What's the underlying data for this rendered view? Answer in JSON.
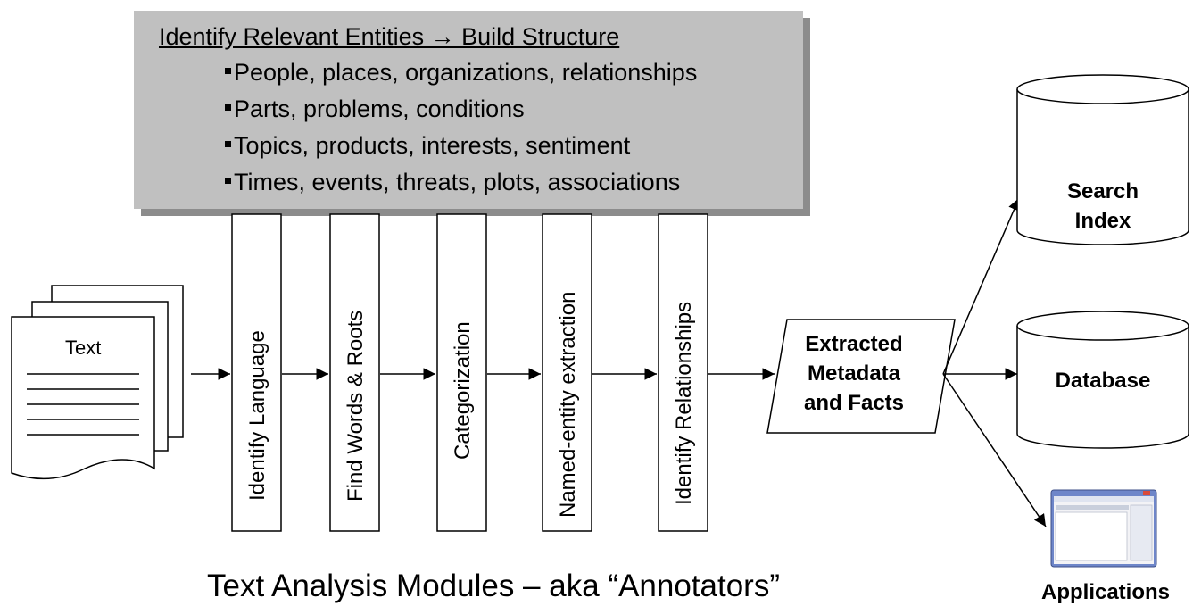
{
  "entities_box": {
    "title": "Identify Relevant Entities → Build Structure",
    "bullets": [
      "People, places, organizations, relationships",
      "Parts, problems, conditions",
      "Topics, products, interests, sentiment",
      "Times, events, threats, plots, associations"
    ]
  },
  "document": {
    "label": "Text"
  },
  "modules": [
    "Identify Language",
    "Find Words & Roots",
    "Categorization",
    "Named-entity extraction",
    "Identify Relationships"
  ],
  "extracted": {
    "line1": "Extracted",
    "line2": "Metadata",
    "line3": "and Facts"
  },
  "outputs": {
    "search_index": {
      "line1": "Search",
      "line2": "Index"
    },
    "database": "Database",
    "applications": "Applications"
  },
  "caption": "Text Analysis Modules – aka “Annotators”",
  "colors": {
    "box_fill": "#c0c0c0",
    "box_shadow": "#8c8c8c",
    "line": "#000000"
  }
}
